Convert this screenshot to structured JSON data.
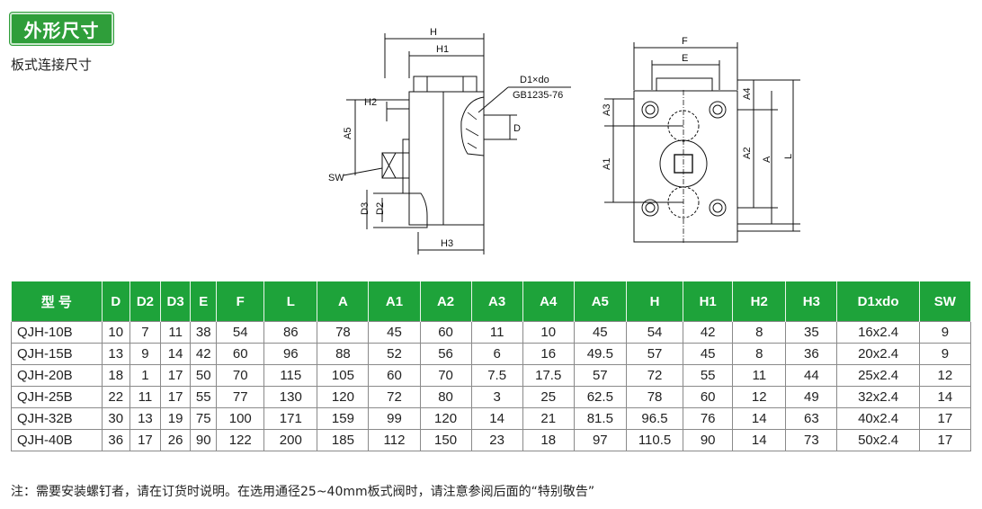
{
  "badge": "外形尺寸",
  "subtitle": "板式连接尺寸",
  "drawing_labels": {
    "H": "H",
    "H1": "H1",
    "H2": "H2",
    "H3": "H3",
    "A5": "A5",
    "SW": "SW",
    "D3": "D3",
    "D2": "D2",
    "D": "D",
    "D1_do": "D1×do",
    "gb": "GB1235-76",
    "F": "F",
    "E": "E",
    "A3": "A3",
    "A1": "A1",
    "A4": "A4",
    "A2": "A2",
    "A": "A",
    "L": "L"
  },
  "table": {
    "headers": [
      "型 号",
      "D",
      "D2",
      "D3",
      "E",
      "F",
      "L",
      "A",
      "A1",
      "A2",
      "A3",
      "A4",
      "A5",
      "H",
      "H1",
      "H2",
      "H3",
      "D1xdo",
      "SW"
    ],
    "rows": [
      [
        "QJH-10B",
        "10",
        "7",
        "11",
        "38",
        "54",
        "86",
        "78",
        "45",
        "60",
        "11",
        "10",
        "45",
        "54",
        "42",
        "8",
        "35",
        "16x2.4",
        "9"
      ],
      [
        "QJH-15B",
        "13",
        "9",
        "14",
        "42",
        "60",
        "96",
        "88",
        "52",
        "56",
        "6",
        "16",
        "49.5",
        "57",
        "45",
        "8",
        "36",
        "20x2.4",
        "9"
      ],
      [
        "QJH-20B",
        "18",
        "1",
        "17",
        "50",
        "70",
        "115",
        "105",
        "60",
        "70",
        "7.5",
        "17.5",
        "57",
        "72",
        "55",
        "11",
        "44",
        "25x2.4",
        "12"
      ],
      [
        "QJH-25B",
        "22",
        "11",
        "17",
        "55",
        "77",
        "130",
        "120",
        "72",
        "80",
        "3",
        "25",
        "62.5",
        "78",
        "60",
        "12",
        "49",
        "32x2.4",
        "14"
      ],
      [
        "QJH-32B",
        "30",
        "13",
        "19",
        "75",
        "100",
        "171",
        "159",
        "99",
        "120",
        "14",
        "21",
        "81.5",
        "96.5",
        "76",
        "14",
        "63",
        "40x2.4",
        "17"
      ],
      [
        "QJH-40B",
        "36",
        "17",
        "26",
        "90",
        "122",
        "200",
        "185",
        "112",
        "150",
        "23",
        "18",
        "97",
        "110.5",
        "90",
        "14",
        "73",
        "50x2.4",
        "17"
      ]
    ]
  },
  "note": "注：需要安装螺钉者，请在订货时说明。在选用通径25~40mm板式阀时，请注意参阅后面的“特别敬告”",
  "colors": {
    "header_green": "#1ea33a",
    "badge_green": "#2f9e3a"
  }
}
